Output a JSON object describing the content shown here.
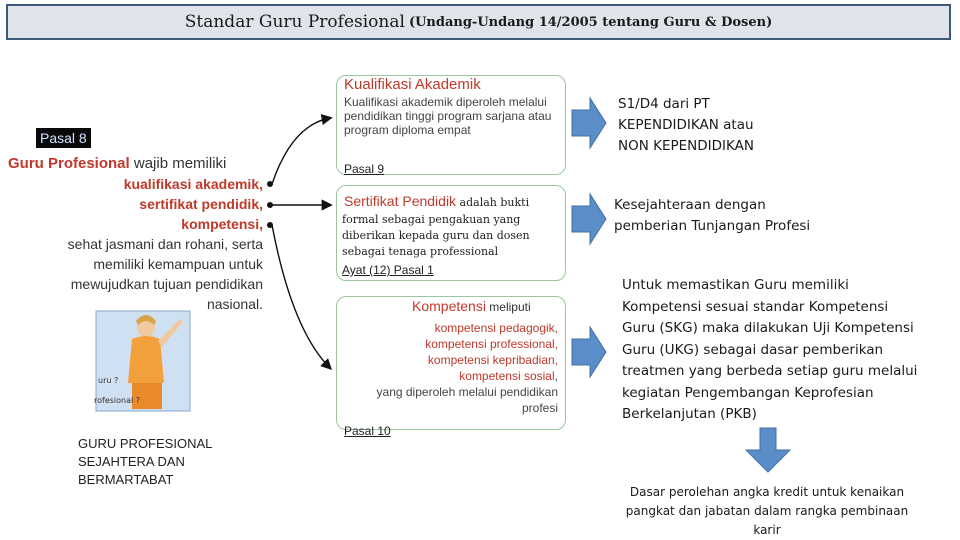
{
  "title": {
    "main": "Standar Guru Profesional",
    "sub": "(Undang-Undang 14/2005 tentang Guru & Dosen)"
  },
  "left": {
    "pasal_label": "Pasal 8",
    "line1_bold": "Guru Profesional",
    "line1_rest": " wajib memiliki",
    "item1": "kualifikasi akademik,",
    "item2": "sertifikat pendidik,",
    "item3": "kompetensi,",
    "line_rest1": "sehat jasmani dan rohani, serta",
    "line_rest2": "memiliki kemampuan untuk",
    "line_rest3": "mewujudkan tujuan pendidikan",
    "line_rest4": "nasional.",
    "clipart_label1": "uru ?",
    "clipart_label2": "rofesional ?",
    "bottom1": "GURU PROFESIONAL",
    "bottom2": "SEJAHTERA DAN",
    "bottom3": "BERMARTABAT"
  },
  "boxes": {
    "kualifikasi": {
      "title": "Kualifikasi Akademik",
      "body": "Kualifikasi akademik diperoleh melalui pendidikan tinggi program sarjana atau program diploma empat",
      "ref": "Pasal 9"
    },
    "sertifikat": {
      "title": "Sertifikat Pendidik",
      "title_tail": " adalah bukti",
      "body": "formal sebagai pengakuan yang diberikan kepada guru dan dosen sebagai tenaga professional",
      "ref": "Ayat (12) Pasal 1"
    },
    "kompetensi": {
      "title": "Kompetensi",
      "title_tail": " meliputi",
      "item1": "kompetensi pedagogik,",
      "item2": "kompetensi professional,",
      "item3": "kompetensi kepribadian,",
      "item4": "kompetensi sosial",
      "item4_tail": ",",
      "rest1": "yang diperoleh melalui pendidikan",
      "rest2": "profesi",
      "ref": "Pasal 10"
    }
  },
  "right": {
    "r1": [
      "S1/D4 dari PT",
      "KEPENDIDIKAN atau",
      "NON KEPENDIDIKAN"
    ],
    "r2": [
      "Kesejahteraan dengan",
      "pemberian Tunjangan Profesi"
    ],
    "r3": [
      "Untuk memastikan Guru memiliki",
      "Kompetensi sesuai standar Kompetensi",
      "Guru (SKG) maka dilakukan Uji Kompetensi",
      "Guru (UKG) sebagai dasar pemberikan",
      "treatmen yang berbeda setiap guru melalui",
      "kegiatan Pengembangan Keprofesian",
      "Berkelanjutan (PKB)"
    ],
    "r4": [
      "Dasar perolehan angka kredit untuk kenaikan",
      "pangkat dan jabatan dalam rangka pembinaan",
      "karir"
    ]
  },
  "colors": {
    "arrow_fill": "#5b8ec9",
    "title_border": "#3d5a7a",
    "accent_red": "#c0392b",
    "box_border": "#9bc59b"
  }
}
